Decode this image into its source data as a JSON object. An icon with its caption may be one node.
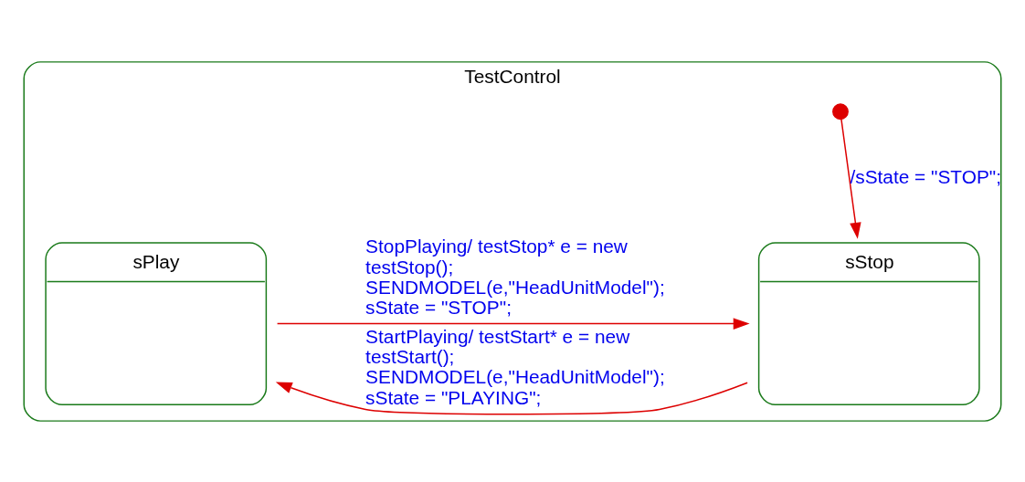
{
  "diagram": {
    "nodes": [
      {
        "text": [
          "TestControl"
        ]
      },
      {
        "text": [],
        "shape": "circle",
        "in": 0
      },
      {
        "text": [
          "sStop"
        ],
        "in": 0
      },
      {
        "text": [
          "sPlay"
        ],
        "in": 0
      }
    ],
    "edges": [
      {
        "from": 1,
        "to": 2,
        "arrow": "to",
        "label": "/sState = \"STOP\";"
      },
      {
        "from": 3,
        "to": 2,
        "arrow": "to",
        "label": "StopPlaying/ testStop* e = new testStop(); SENDMODEL(e,\"HeadUnitModel\"); sState = \"STOP\";"
      },
      {
        "from": 2,
        "to": 3,
        "arrow": "to",
        "label": "StartPlaying/ testStart* e = new testStart(); SENDMODEL(e,\"HeadUnitModel\"); sState = \"PLAYING\";"
      }
    ]
  }
}
